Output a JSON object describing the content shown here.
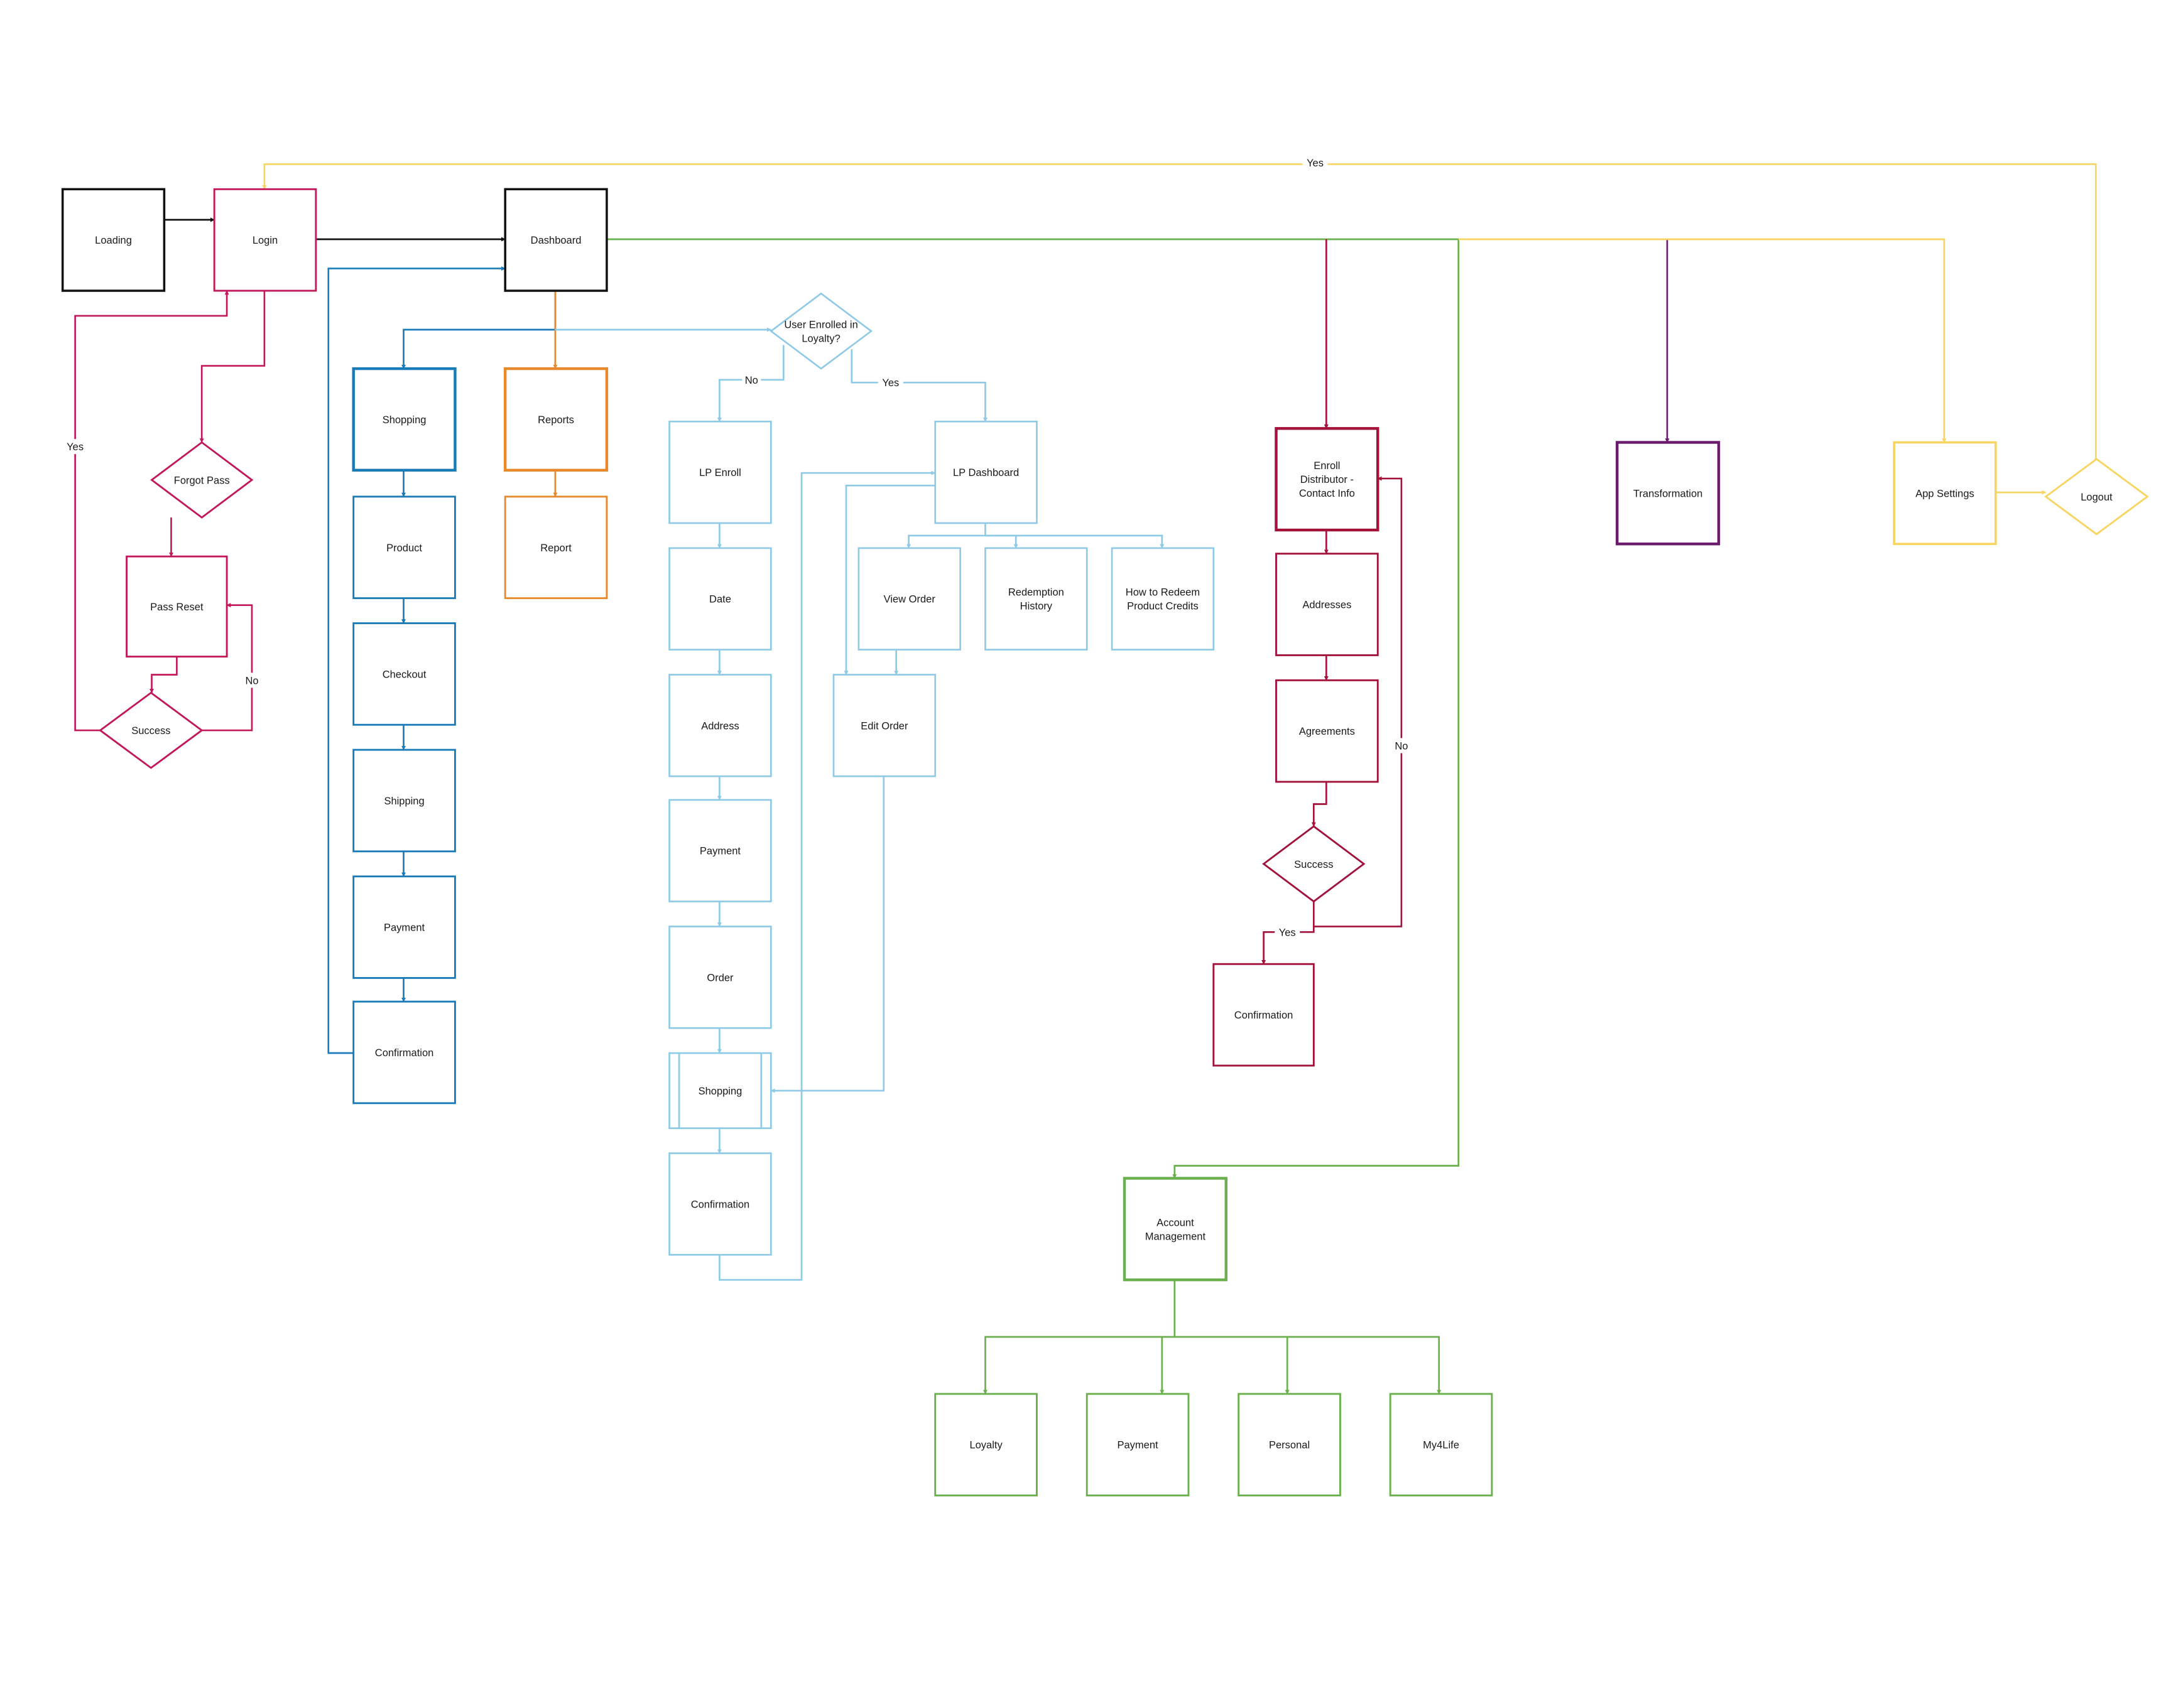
{
  "colors": {
    "black": "#111111",
    "magenta": "#c2185b",
    "blue": "#1a7bb9",
    "orange": "#e8892b",
    "lightblue": "#8ecae6",
    "crimson": "#a3123a",
    "green": "#6ab04c",
    "purple": "#6a1b6e",
    "yellow": "#f7d560"
  },
  "nodes": {
    "loading": {
      "label": "Loading"
    },
    "login": {
      "label": "Login"
    },
    "dashboard": {
      "label": "Dashboard"
    },
    "forgot_pass": {
      "label": "Forgot Pass"
    },
    "pass_reset": {
      "label": "Pass Reset"
    },
    "success_login": {
      "label": "Success"
    },
    "shopping": {
      "label": "Shopping"
    },
    "product": {
      "label": "Product"
    },
    "checkout": {
      "label": "Checkout"
    },
    "shipping": {
      "label": "Shipping"
    },
    "payment_shop": {
      "label": "Payment"
    },
    "confirmation_shop": {
      "label": "Confirmation"
    },
    "reports": {
      "label": "Reports"
    },
    "report": {
      "label": "Report"
    },
    "enrolled_decision": {
      "label": "User Enrolled in\nLoyalty?"
    },
    "lp_enroll": {
      "label": "LP Enroll"
    },
    "date": {
      "label": "Date"
    },
    "address": {
      "label": "Address"
    },
    "payment_lp": {
      "label": "Payment"
    },
    "order": {
      "label": "Order"
    },
    "shopping_lp": {
      "label": "Shopping"
    },
    "confirmation_lp": {
      "label": "Confirmation"
    },
    "lp_dashboard": {
      "label": "LP Dashboard"
    },
    "view_order": {
      "label": "View Order"
    },
    "redemption_history": {
      "label": "Redemption\nHistory"
    },
    "how_to_redeem": {
      "label": "How to Redeem\nProduct Credits"
    },
    "edit_order": {
      "label": "Edit Order"
    },
    "enroll_distributor": {
      "label": "Enroll\nDistributor -\nContact Info"
    },
    "addresses": {
      "label": "Addresses"
    },
    "agreements": {
      "label": "Agreements"
    },
    "success_enroll": {
      "label": "Success"
    },
    "confirmation_enroll": {
      "label": "Confirmation"
    },
    "transformation": {
      "label": "Transformation"
    },
    "app_settings": {
      "label": "App Settings"
    },
    "logout": {
      "label": "Logout"
    },
    "account_management": {
      "label": "Account\nManagement"
    },
    "loyalty": {
      "label": "Loyalty"
    },
    "payment_acct": {
      "label": "Payment"
    },
    "personal": {
      "label": "Personal"
    },
    "my4life": {
      "label": "My4Life"
    }
  },
  "edge_labels": {
    "logout_yes": "Yes",
    "success_yes": "Yes",
    "success_no": "No",
    "enrolled_no": "No",
    "enrolled_yes": "Yes",
    "enroll_no": "No",
    "enroll_yes": "Yes"
  }
}
